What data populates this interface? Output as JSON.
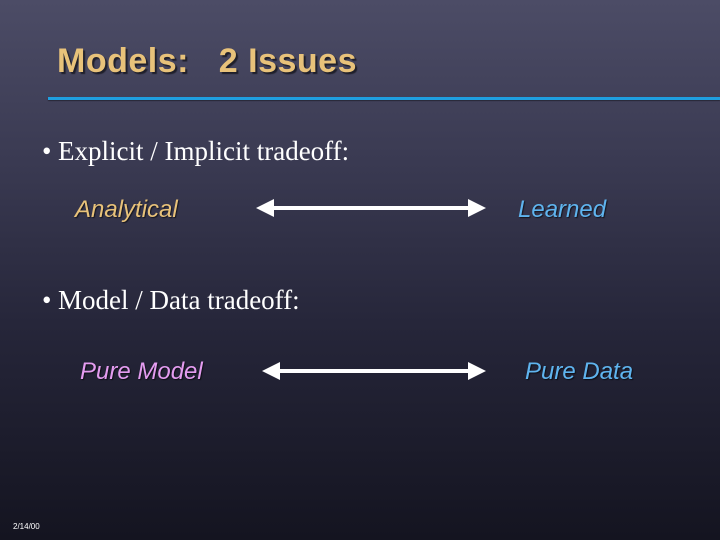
{
  "slide": {
    "title": "Models:   2 Issues",
    "bullets": [
      {
        "marker": "•",
        "text": "Explicit / Implicit tradeoff:",
        "left_term": "Analytical",
        "right_term": "Learned"
      },
      {
        "marker": "•",
        "text": "Model / Data tradeoff:",
        "left_term": "Pure Model",
        "right_term": "Pure Data"
      }
    ],
    "date": "2/14/00"
  },
  "colors": {
    "title": "#e8c27a",
    "rule": "#1f9fe0",
    "analytical": "#e8c27a",
    "learned": "#5fb4ef",
    "pure_model": "#e49cf0",
    "pure_data": "#5fb4ef",
    "arrows": "#ffffff"
  },
  "icons": {
    "arrow": "double-headed-arrow-icon"
  }
}
